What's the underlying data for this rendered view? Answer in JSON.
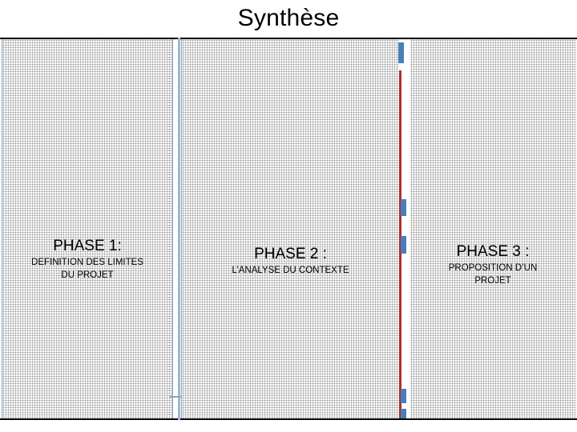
{
  "slide": {
    "title": "Synthèse",
    "panels": [
      {
        "title": "PHASE 1:",
        "subtitle_line_1": "DEFINITION DES LIMITES",
        "subtitle_line_2": "DU PROJET"
      },
      {
        "title": "PHASE 2 :",
        "subtitle_line_1": "L’ANALYSE DU CONTEXTE",
        "subtitle_line_2": ""
      },
      {
        "title": "PHASE 3 :",
        "subtitle_line_1": "PROPOSITION D’UN",
        "subtitle_line_2": "PROJET"
      }
    ],
    "colors": {
      "border": "#000000",
      "panel_hatch": "#9a9a9a",
      "divider_blue": "#9fb6d4",
      "accent_blue": "#4a7ebb",
      "accent_red": "#b03030",
      "text": "#000000",
      "background": "#ffffff"
    }
  }
}
